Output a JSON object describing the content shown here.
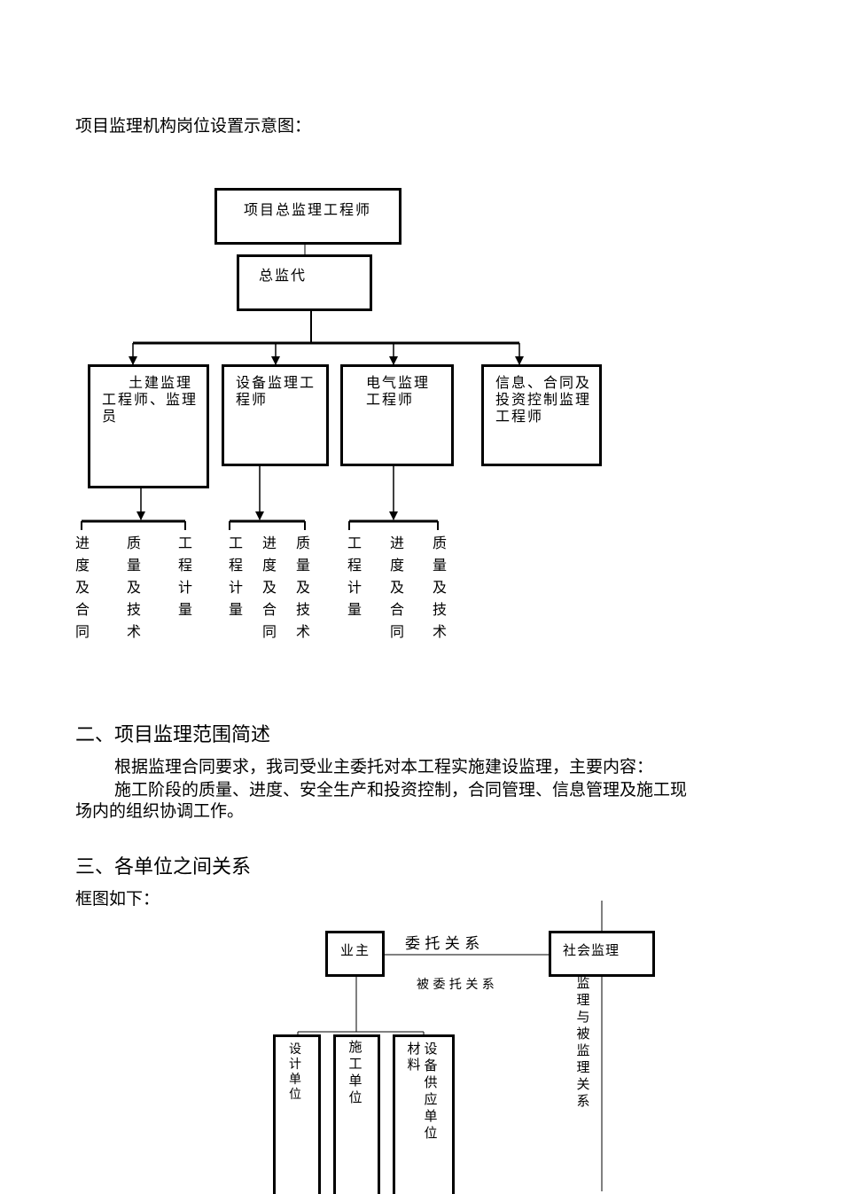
{
  "heading_org": "项目监理机构岗位设置示意图：",
  "org_chart": {
    "chief": "项目总监理工程师",
    "deputy": "总监代",
    "civil": "土建监理工程师、监理员",
    "equipment": "设备监理工程师",
    "electrical": "电气监理工程师",
    "info": "信息、合同及投资控制监理工程师",
    "civil_duties": [
      "进度及合同",
      "质量及技术",
      "工程计量"
    ],
    "equipment_duties": [
      "工程计量",
      "进度及合同",
      "质量及技术"
    ],
    "electrical_duties": [
      "工程计量",
      "进度及合同",
      "质量及技术"
    ]
  },
  "section2": {
    "title": "二、项目监理范围简述",
    "para1": "根据监理合同要求，我司受业主委托对本工程实施建设监理，主要内容：",
    "para2_line1": "施工阶段的质量、进度、安全生产和投资控制，合同管理、信息管理及施工现",
    "para2_line2": "场内的组织协调工作。"
  },
  "section3": {
    "title": "三、各单位之间关系",
    "intro": "框图如下："
  },
  "relation_chart": {
    "owner": "业主",
    "supervisor": "社会监理",
    "entrust": "委 托 关 系",
    "entrusted": "被 委 托 关 系",
    "supervise": "监理与被监理关系",
    "design": "设计单位",
    "construction": "施工单位",
    "material": "材料",
    "equipment_supply": "设备供应单位"
  }
}
